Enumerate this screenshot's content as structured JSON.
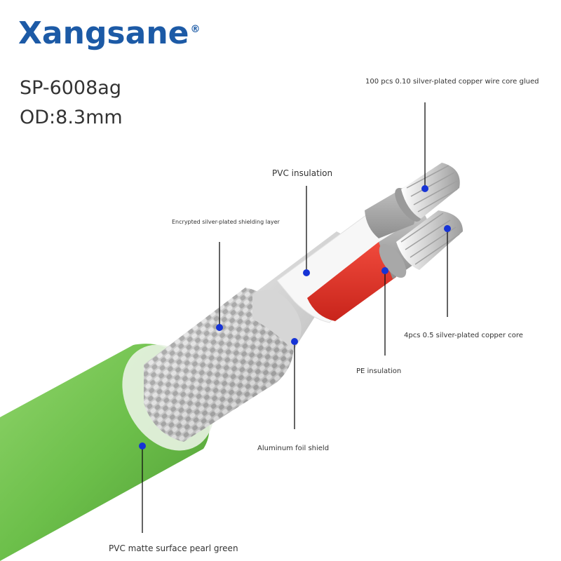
{
  "brand": {
    "name": "Xangsane",
    "registered_mark": "®",
    "color": "#1c5aa6"
  },
  "product": {
    "model": "SP-6008ag",
    "outer_diameter": "OD:8.3mm"
  },
  "colors": {
    "jacket_green": "#6cbf4a",
    "pe_red": "#e03128",
    "marker_blue": "#1633d6"
  },
  "labels": {
    "wire_core": "100 pcs 0.10 silver-plated copper wire core glued",
    "pvc_insulation": "PVC insulation",
    "shielding_layer": "Encrypted silver-plated shielding layer",
    "copper_core": "4pcs 0.5 silver-plated copper core",
    "pe_insulation": "PE insulation",
    "aluminum_foil": "Aluminum foil shield",
    "outer_jacket": "PVC matte surface pearl green"
  }
}
